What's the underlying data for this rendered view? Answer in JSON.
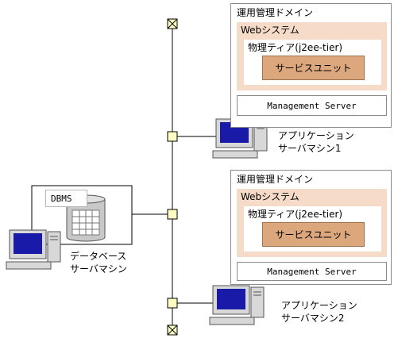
{
  "db_server": {
    "dbms_label": "DBMS",
    "name_line1": "データベース",
    "name_line2": "サーバマシン"
  },
  "app_server_1": {
    "domain_title": "運用管理ドメイン",
    "websystem_label": "Webシステム",
    "tier_label": "物理ティア(j2ee-tier)",
    "unit_label": "サービスユニット",
    "mgmt_label": "Management Server",
    "name_line1": "アプリケーション",
    "name_line2": "サーバマシン1"
  },
  "app_server_2": {
    "domain_title": "運用管理ドメイン",
    "websystem_label": "Webシステム",
    "tier_label": "物理ティア(j2ee-tier)",
    "unit_label": "サービスユニット",
    "mgmt_label": "Management Server",
    "name_line1": "アプリケーション",
    "name_line2": "サーバマシン2"
  },
  "colors": {
    "websystem_fill": "#f6dcc8",
    "unit_fill": "#dca77d",
    "node_fill": "#ffffc4",
    "monitor_screen": "#1a1aa8"
  }
}
